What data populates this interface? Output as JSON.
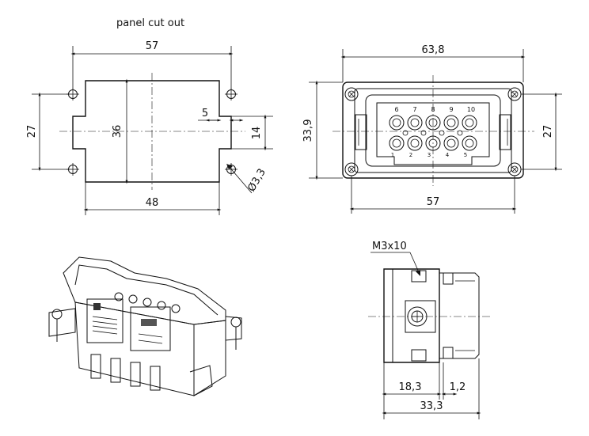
{
  "title": "panel cut out",
  "cutout": {
    "width_top": "57",
    "width_bottom": "48",
    "height_holes": "27",
    "height_body": "36",
    "notch_depth": "5",
    "notch_height": "14",
    "hole_dia": "Ø3,3"
  },
  "front": {
    "width_total": "63,8",
    "width_holes": "57",
    "height_total": "33,9",
    "height_holes": "27",
    "pins_top": [
      "6",
      "7",
      "8",
      "9",
      "10"
    ],
    "pins_bottom": [
      "1",
      "2",
      "3",
      "4",
      "5"
    ]
  },
  "side": {
    "screw": "M3x10",
    "depth_a": "18,3",
    "depth_b": "1,2",
    "depth_total": "33,3"
  }
}
